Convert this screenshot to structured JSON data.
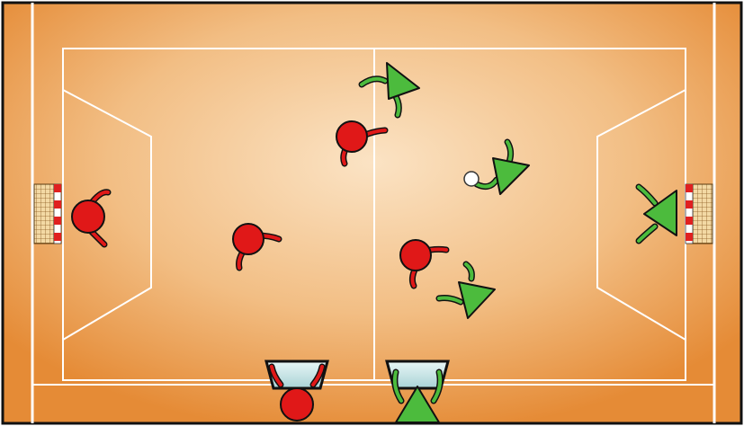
{
  "court": {
    "floor_light": "#f8dcb8",
    "floor_dark": "#e9953f",
    "line_color": "#ffffff",
    "border_color": "#111111"
  },
  "teams": {
    "red": {
      "color": "#e01818",
      "shape": "circle"
    },
    "green": {
      "color": "#4cbb3d",
      "shape": "triangle"
    }
  },
  "ball": {
    "color": "#ffffff"
  },
  "benches": {
    "color": "#cdeaea"
  },
  "goals": {
    "net": "#e03030"
  },
  "players_red": [
    "goalkeeper-left",
    "player-center-top",
    "player-left-mid",
    "player-right-mid",
    "bench-red"
  ],
  "players_green": [
    "goalkeeper-right",
    "player-top",
    "player-with-ball",
    "player-lower",
    "bench-green"
  ]
}
